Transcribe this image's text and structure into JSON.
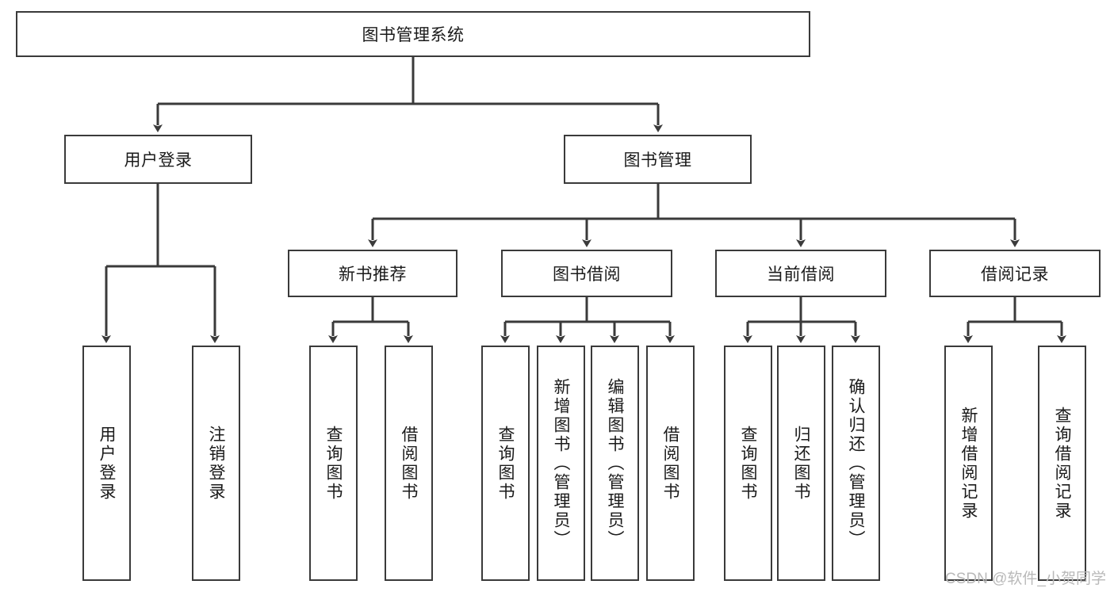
{
  "diagram": {
    "title": "图书管理系统",
    "type": "tree-hierarchy",
    "watermark": "CSDN @软件_小贺同学",
    "colors": {
      "box_border": "#3a3a3a",
      "box_fill": "#ffffff",
      "edge": "#3a3a3a",
      "text": "#1a1a1a",
      "watermark": "#b9b9b9"
    },
    "levels": {
      "root": {
        "label": "图书管理系统"
      },
      "level2": [
        {
          "label": "用户登录"
        },
        {
          "label": "图书管理"
        }
      ],
      "level3": [
        {
          "label": "新书推荐"
        },
        {
          "label": "图书借阅"
        },
        {
          "label": "当前借阅"
        },
        {
          "label": "借阅记录"
        }
      ],
      "leaves": {
        "user_login": [
          {
            "label": "用户登录"
          },
          {
            "label": "注销登录"
          }
        ],
        "new_book_recommend": [
          {
            "label": "查询图书"
          },
          {
            "label": "借阅图书"
          }
        ],
        "book_borrow": [
          {
            "label": "查询图书"
          },
          {
            "label": "新增图书（管理员）"
          },
          {
            "label": "编辑图书（管理员）"
          },
          {
            "label": "借阅图书"
          }
        ],
        "current_borrow": [
          {
            "label": "查询图书"
          },
          {
            "label": "归还图书"
          },
          {
            "label": "确认归还（管理员）"
          }
        ],
        "borrow_record": [
          {
            "label": "新增借阅记录"
          },
          {
            "label": "查询借阅记录"
          }
        ]
      }
    }
  }
}
